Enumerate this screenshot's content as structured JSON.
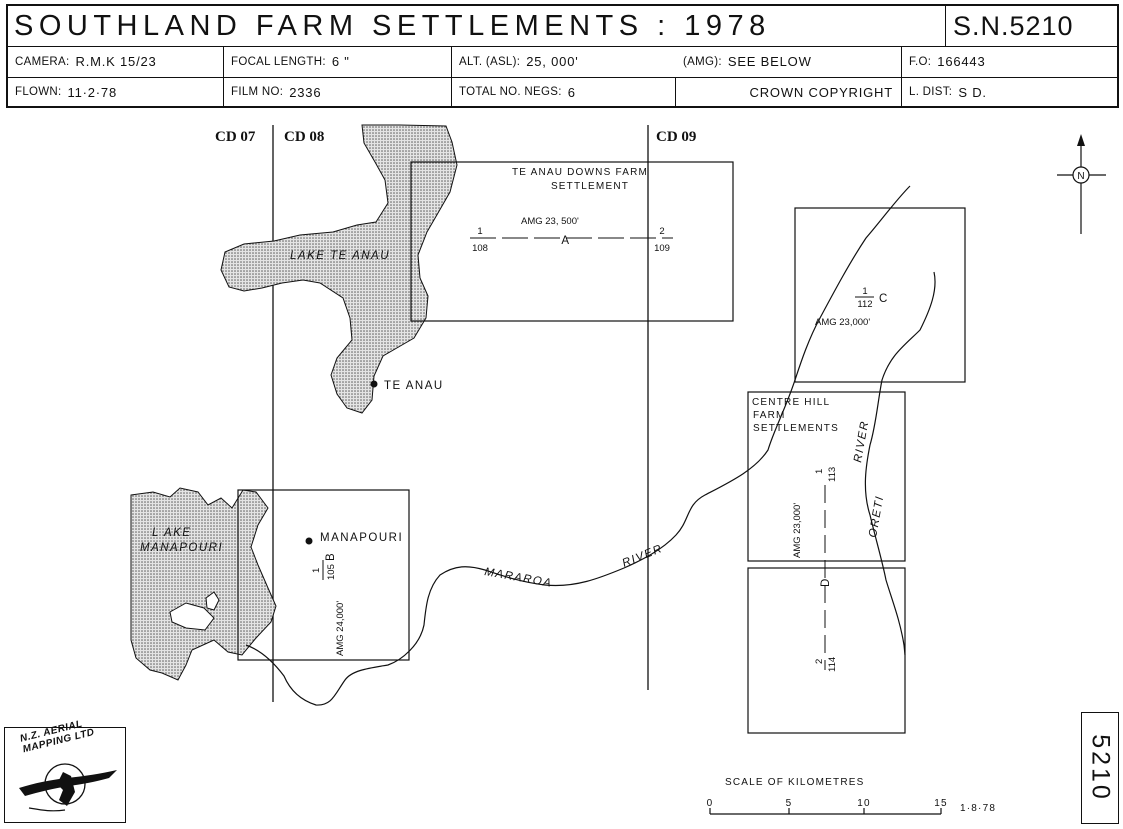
{
  "header": {
    "title": "SOUTHLAND   FARM   SETTLEMENTS : 1978",
    "sheet_no": "S.N.5210",
    "camera_label": "CAMERA:",
    "camera": "R.M.K 15/23",
    "focal_label": "FOCAL LENGTH:",
    "focal": "6 \"",
    "alt_label": "ALT. (ASL):",
    "alt": "25, 000'",
    "amg_label": "(AMG):",
    "amg": "SEE  BELOW",
    "fo_label": "F.O:",
    "fo": "166443",
    "flown_label": "FLOWN:",
    "flown": "11·2·78",
    "film_label": "FILM NO:",
    "film": "2336",
    "negs_label": "TOTAL NO. NEGS:",
    "negs": "6",
    "copyright": "CROWN    COPYRIGHT",
    "ldist_label": "L. DIST:",
    "ldist": "S D."
  },
  "map": {
    "grid_labels": [
      "CD 07",
      "CD 08",
      "CD 09"
    ],
    "lakes": [
      "LAKE TE ANAU",
      "L AKE",
      "MANAPOURI"
    ],
    "towns": [
      "TE  ANAU",
      "MANAPOURI"
    ],
    "rivers": [
      "MARAROA",
      "RIVER",
      "ORETI",
      "RIVER"
    ],
    "areas": {
      "A": {
        "title_line1": "TE  ANAU  DOWNS  FARM",
        "title_line2": "SETTLEMENT",
        "amg": "AMG     23, 500'",
        "letter": "A",
        "start_run": "1",
        "start_neg": "108",
        "end_run": "2",
        "end_neg": "109"
      },
      "B": {
        "amg": "AMG 24,000'",
        "letter": "B",
        "run": "1",
        "neg": "105"
      },
      "C": {
        "amg": "AMG 23,000'",
        "letter": "C",
        "run": "1",
        "neg": "112"
      },
      "D": {
        "title_line1": "CENTRE  HILL",
        "title_line2": "FARM",
        "title_line3": "SETTLEMENTS",
        "amg": "AMG 23,000'",
        "letter": "D",
        "start_run": "1",
        "start_neg": "113",
        "end_run": "2",
        "end_neg": "114"
      }
    },
    "north": "N",
    "scale": {
      "title": "SCALE  OF  KILOMETRES",
      "ticks": [
        "0",
        "5",
        "10",
        "15"
      ],
      "ratio": "1·8·78"
    }
  },
  "logo_text": "N.Z. AERIAL MAPPING LTD",
  "sheet_tab": "5210"
}
